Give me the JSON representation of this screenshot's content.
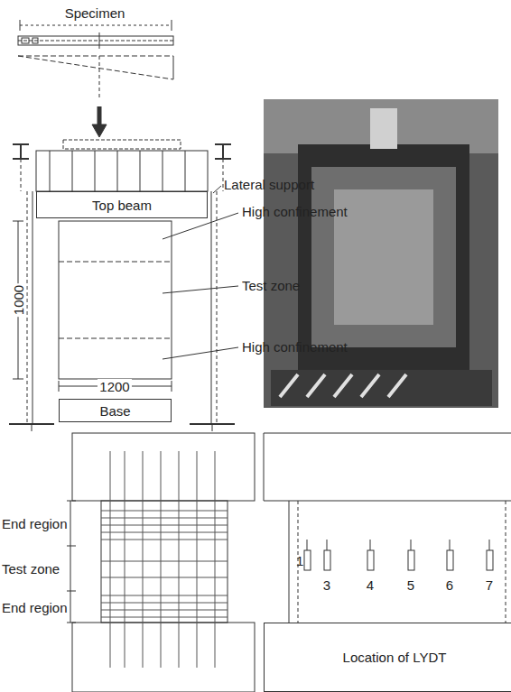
{
  "diagram": {
    "nodes": [
      {
        "text": [
          "Top beam"
        ]
      },
      {
        "text": [
          "Base"
        ]
      },
      {
        "text": [
          "Location of LYDT"
        ]
      }
    ],
    "labels": [
      "Specimen",
      "Lateral support",
      "High confinement",
      "Test zone",
      "High confinement",
      "1000",
      "1200",
      "End region",
      "Test zone",
      "End region",
      "1",
      "3",
      "4",
      "5",
      "6",
      "7"
    ]
  }
}
